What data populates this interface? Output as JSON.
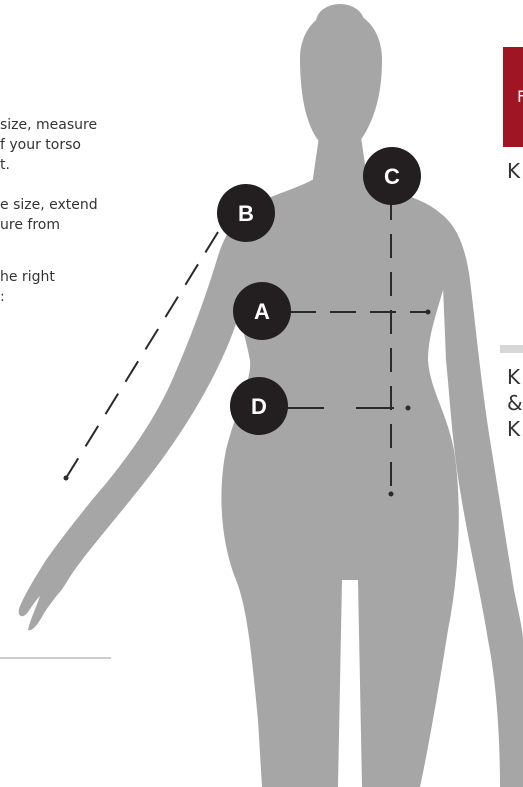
{
  "instructions": {
    "paragraphs": [
      [
        "size, measure",
        "f your torso",
        "t."
      ],
      [
        "e size, extend",
        "ure from"
      ],
      [
        "he right",
        ":"
      ]
    ]
  },
  "markers": {
    "a": "A",
    "b": "B",
    "c": "C",
    "d": "D"
  },
  "right_panel": {
    "red_tab_text": "F",
    "text_1": "K",
    "text_2": "K",
    "text_3": "&",
    "text_4": "K"
  },
  "colors": {
    "silhouette": "#a6a6a6",
    "marker_bg": "#231f20",
    "accent_red": "#a01523",
    "dash": "#2a2a2a"
  }
}
